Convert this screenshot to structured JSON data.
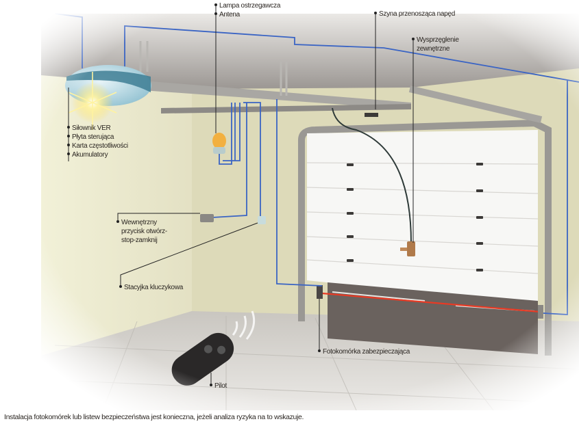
{
  "diagram": {
    "title": "Garage door automation installation",
    "labels": {
      "lamp": "Lampa ostrzegawcza",
      "antenna": "Antena",
      "rail": "Szyna przenosząca napęd",
      "release_line1": "Wysprzęglenie",
      "release_line2": "zewnętrzne",
      "motor_items": [
        "Siłownik VER",
        "Płyta sterująca",
        "Karta częstotliwości",
        "Akumulatory"
      ],
      "button_line1": "Wewnętrzny",
      "button_line2": "przycisk otwórz-",
      "button_line3": "stop-zamknij",
      "key_switch": "Stacyjka kluczykowa",
      "photocell": "Fotokomórka zabezpieczająca",
      "remote": "Pilot"
    },
    "caption": "Instalacja fotokomórek lub listew bezpieczeństwa jest konieczna, jeżeli analiza ryzyka na to wskazuje.",
    "colors": {
      "wire": "#3a64c4",
      "wall": "#e4e2c4",
      "ceiling": "#8f8a85",
      "door_panel": "#f7f7f5",
      "door_bottom": "#6a625e",
      "beam": "#e83a24",
      "lamp": "#f2b040",
      "motor": "#8fc4d4"
    }
  }
}
